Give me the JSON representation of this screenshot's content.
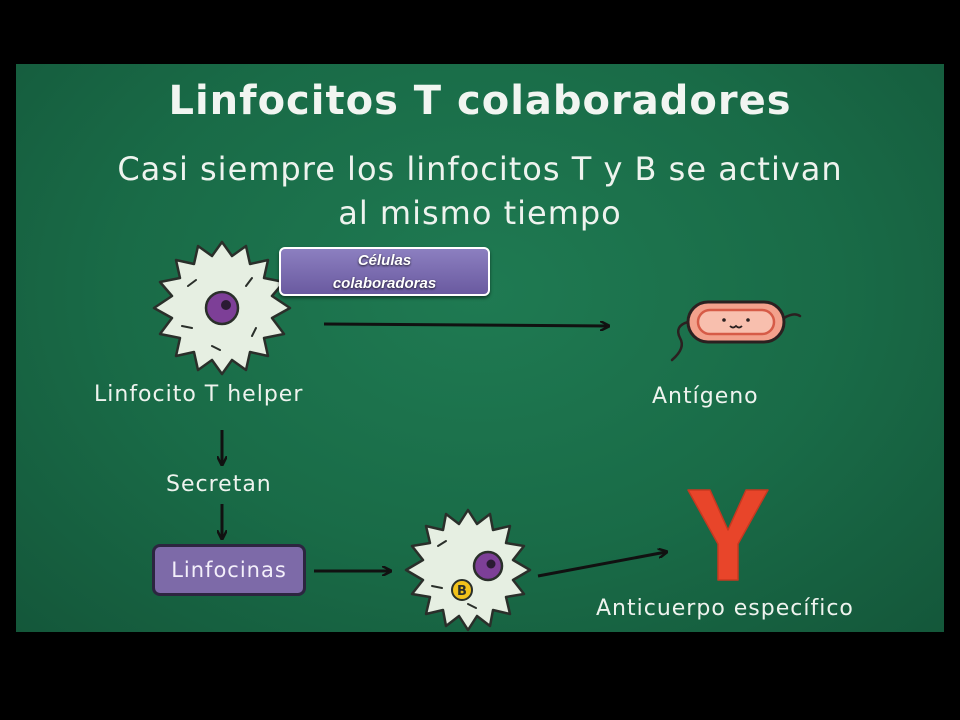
{
  "title": "Linfocitos T colaboradores",
  "subtitle": {
    "line1": "Casi siempre los linfocitos T y B se activan",
    "line2": "al mismo tiempo"
  },
  "callout": {
    "text": "Células colaboradoras"
  },
  "nodes": {
    "t_helper_label": "Linfocito T helper",
    "antigen_label": "Antígeno",
    "secretan_label": "Secretan",
    "linfocinas_label": "Linfocinas",
    "b_cell_badge": "B",
    "antibody_label": "Anticuerpo específico"
  },
  "colors": {
    "board": "#196b47",
    "chalk": "#eef3ee",
    "linfocinas_box": "#7d6aa8",
    "callout": "#7b6db2",
    "antibody": "#e8452a",
    "antigen_body": "#f49a86",
    "badge": "#f2c21b"
  },
  "icons": [
    "t-cell-icon",
    "bacteria-icon",
    "b-cell-icon",
    "antibody-icon"
  ]
}
